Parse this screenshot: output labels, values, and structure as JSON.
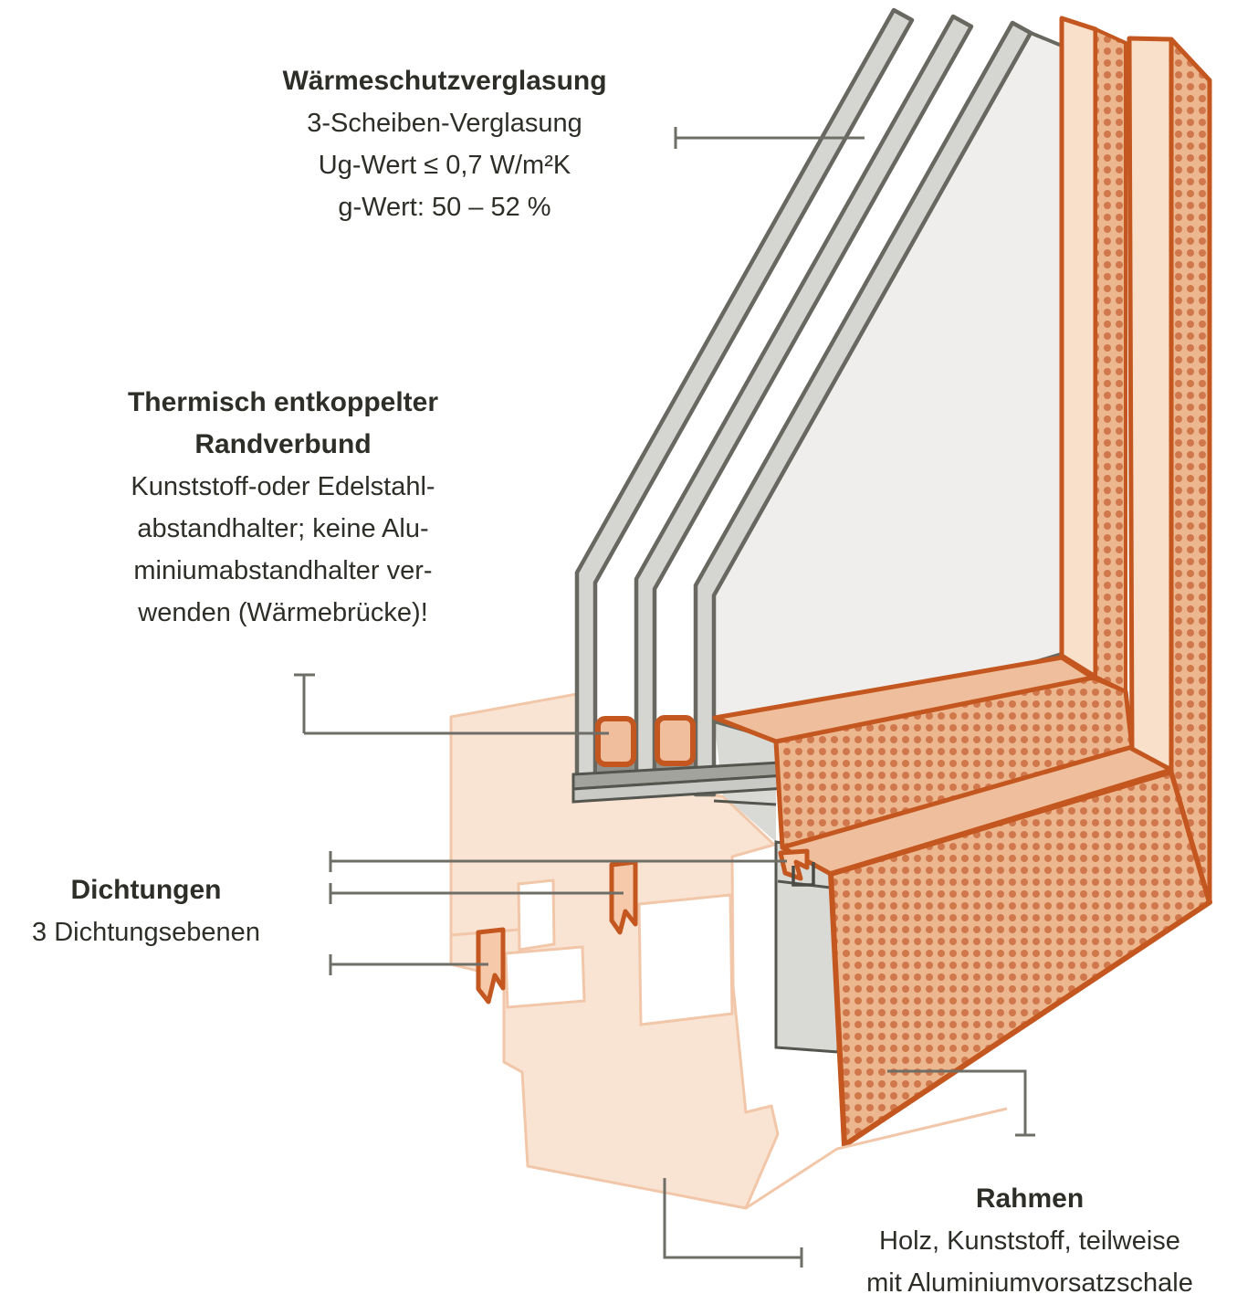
{
  "diagram_title_implicit": "Fenster-Querschnitt",
  "labels": {
    "glazing": {
      "title": "Wärmeschutzverglasung",
      "lines": [
        "3-Scheiben-Verglasung",
        "Ug-Wert ≤ 0,7 W/m²K",
        "g-Wert: 50 – 52 %"
      ]
    },
    "edge_bond": {
      "title_line1": "Thermisch entkoppelter",
      "title_line2": "Randverbund",
      "lines": [
        "Kunststoff-oder Edelstahl-",
        "abstandhalter; keine Alu-",
        "miniumabstandhalter ver-",
        "wenden (Wärmebrücke)!"
      ]
    },
    "seals": {
      "title": "Dichtungen",
      "lines": [
        "3 Dichtungsebenen"
      ]
    },
    "frame": {
      "title": "Rahmen",
      "lines": [
        "Holz, Kunststoff, teilweise",
        "mit Aluminiumvorsatzschale"
      ]
    }
  },
  "colors": {
    "accent_orange": "#c3571f",
    "dotted_base": "#ecb68e",
    "dot": "#d0784c",
    "plain_band": "#efbe9c",
    "jamb_light_band": "#f8e0cb",
    "wood_cut_fill": "#f9e4d3",
    "wood_cut_stroke": "#f2c7a9",
    "glass_face": "#efeeec",
    "pane_gray": "#d5d5d2",
    "outline_gray": "#686861",
    "leader_gray": "#6e6e67",
    "text": "#2e2e29"
  }
}
